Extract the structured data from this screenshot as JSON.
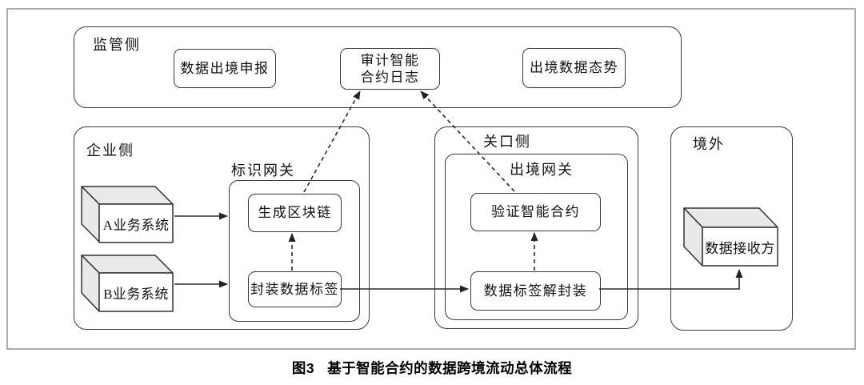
{
  "figure": {
    "caption_prefix": "图3",
    "caption_title": "基于智能合约的数据跨境流动总体流程"
  },
  "regions": {
    "regulator": {
      "label": "监管侧",
      "nodes": {
        "declare": "数据出境申报",
        "audit_line1": "审计智能",
        "audit_line2": "合约日志",
        "situation": "出境数据态势"
      }
    },
    "enterprise": {
      "label": "企业侧",
      "gateway_label": "标识网关",
      "nodes": {
        "system_a": "A业务系统",
        "system_b": "B业务系统",
        "gen_blockchain": "生成区块链",
        "pack_label": "封装数据标签"
      }
    },
    "checkpoint": {
      "label": "关口侧",
      "gateway_label": "出境网关",
      "nodes": {
        "verify_contract": "验证智能合约",
        "unpack_label": "数据标签解封装"
      }
    },
    "overseas": {
      "label": "境外",
      "nodes": {
        "receiver": "数据接收方"
      }
    }
  },
  "palette": {
    "box_border": "#3a3a3a",
    "outer_frame": "#ababab",
    "cube_face_shade": "#e9e9e9",
    "arrow": "#2b2b2b",
    "background": "#ffffff",
    "text": "#111111"
  }
}
